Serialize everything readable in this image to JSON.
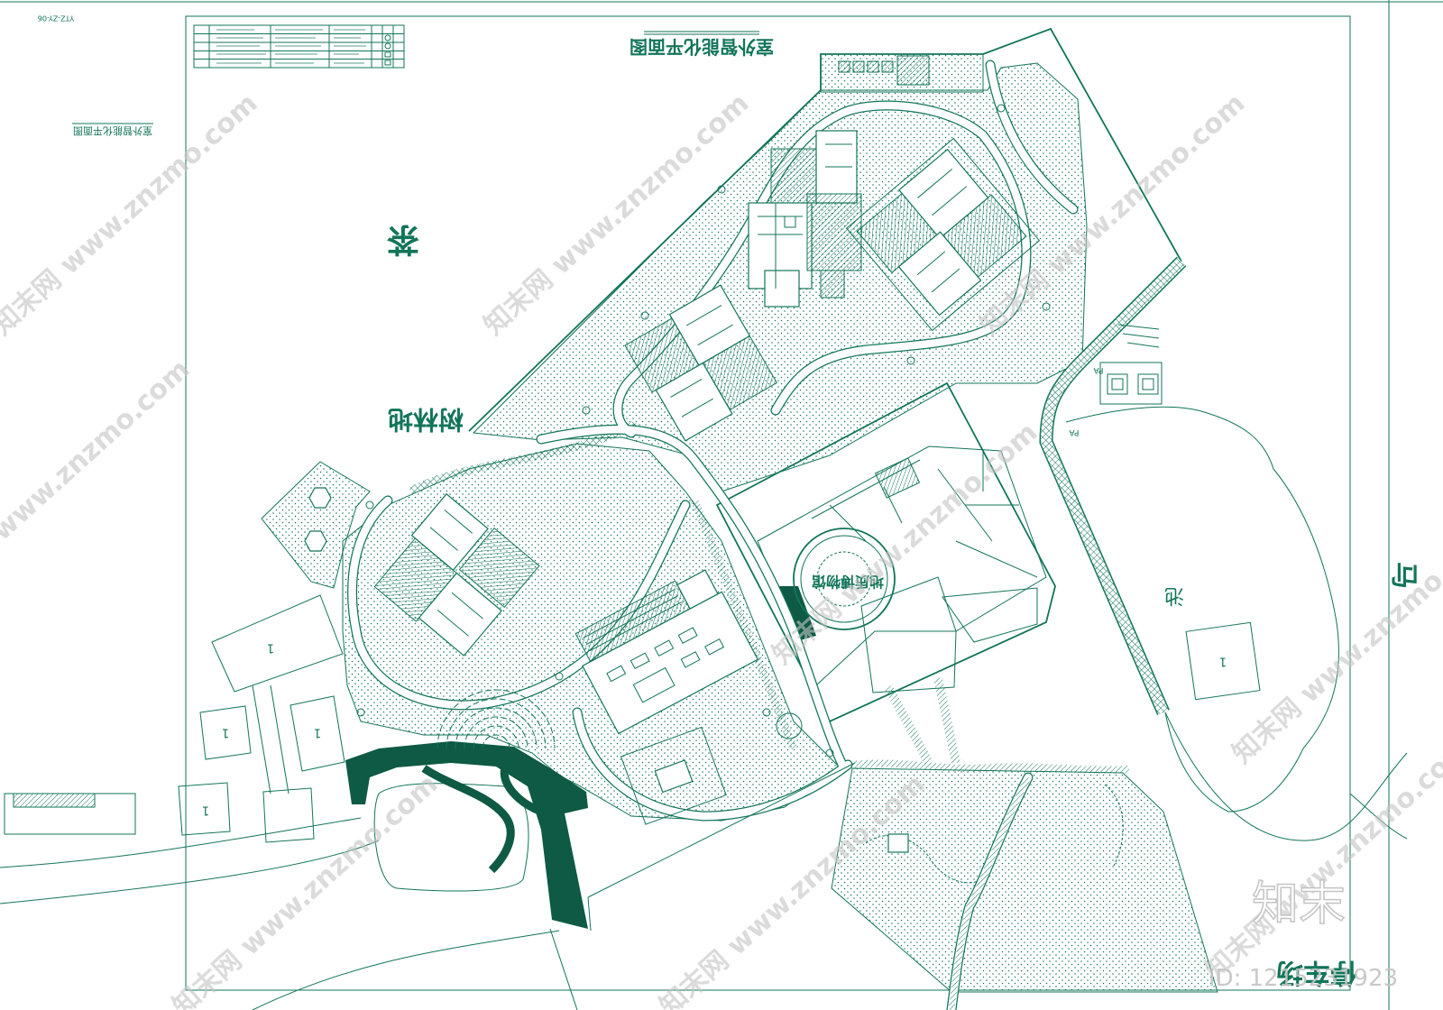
{
  "sheet": {
    "title": "室外智能化平面图",
    "side_title": "室外智能化平面图",
    "code": "YTZ-ZY-06"
  },
  "labels": {
    "tea": "茶",
    "woodland": "树林地",
    "museum": "地质博物馆",
    "pond": "池",
    "road_edge": "马",
    "parking": "停车场",
    "pa": "PA",
    "building": "1"
  },
  "watermark": {
    "site": "知末网 www.znzmo.com",
    "brand": "知末",
    "id": "ID: 1215231923"
  },
  "colors": {
    "line": "#12755a",
    "dark": "#0e5a44",
    "watermark": "#c4c4c4"
  }
}
